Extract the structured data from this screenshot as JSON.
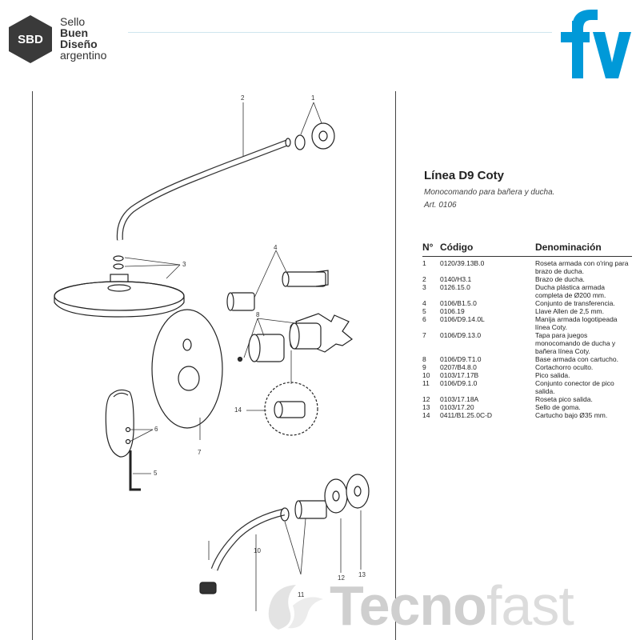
{
  "header": {
    "sbd": {
      "mark": "SBD",
      "lines": [
        "Sello",
        "Buen",
        "Diseño",
        "argentino"
      ]
    },
    "brand_logo": "fv",
    "brand_color": "#0099d8"
  },
  "product": {
    "title": "Línea D9 Coty",
    "subtitle": "Monocomando para bañera y ducha.",
    "article": "Art. 0106"
  },
  "parts_table": {
    "headers": [
      "N°",
      "Código",
      "Denominación"
    ],
    "rows": [
      [
        "1",
        "0120/39.13B.0",
        "Roseta armada con o'ring para brazo de ducha."
      ],
      [
        "2",
        "0140/H3.1",
        "Brazo de ducha."
      ],
      [
        "3",
        "0126.15.0",
        "Ducha plástica armada completa de Ø200 mm."
      ],
      [
        "4",
        "0106/B1.5.0",
        "Conjunto de transferencia."
      ],
      [
        "5",
        "0106.19",
        "Llave Allen de 2,5 mm."
      ],
      [
        "6",
        "0106/D9.14.0L",
        "Manija armada logotipeada línea Coty."
      ],
      [
        "7",
        "0106/D9.13.0",
        "Tapa para juegos monocomando de ducha y bañera línea Coty."
      ],
      [
        "8",
        "0106/D9.T1.0",
        "Base armada con cartucho."
      ],
      [
        "9",
        "0207/B4.8.0",
        "Cortachorro oculto."
      ],
      [
        "10",
        "0103/17.17B",
        "Pico salida."
      ],
      [
        "11",
        "0106/D9.1.0",
        "Conjunto conector de pico salida."
      ],
      [
        "12",
        "0103/17.18A",
        "Roseta pico salida."
      ],
      [
        "13",
        "0103/17.20",
        "Sello de goma."
      ],
      [
        "14",
        "0411/B1.25.0C-D",
        "Cartucho bajo Ø35 mm."
      ]
    ]
  },
  "diagram": {
    "callouts": [
      "1",
      "2",
      "3",
      "4",
      "5",
      "6",
      "7",
      "8",
      "10",
      "11",
      "12",
      "13",
      "14"
    ]
  },
  "watermark": {
    "part_a": "Tecno",
    "part_b": "fast"
  }
}
